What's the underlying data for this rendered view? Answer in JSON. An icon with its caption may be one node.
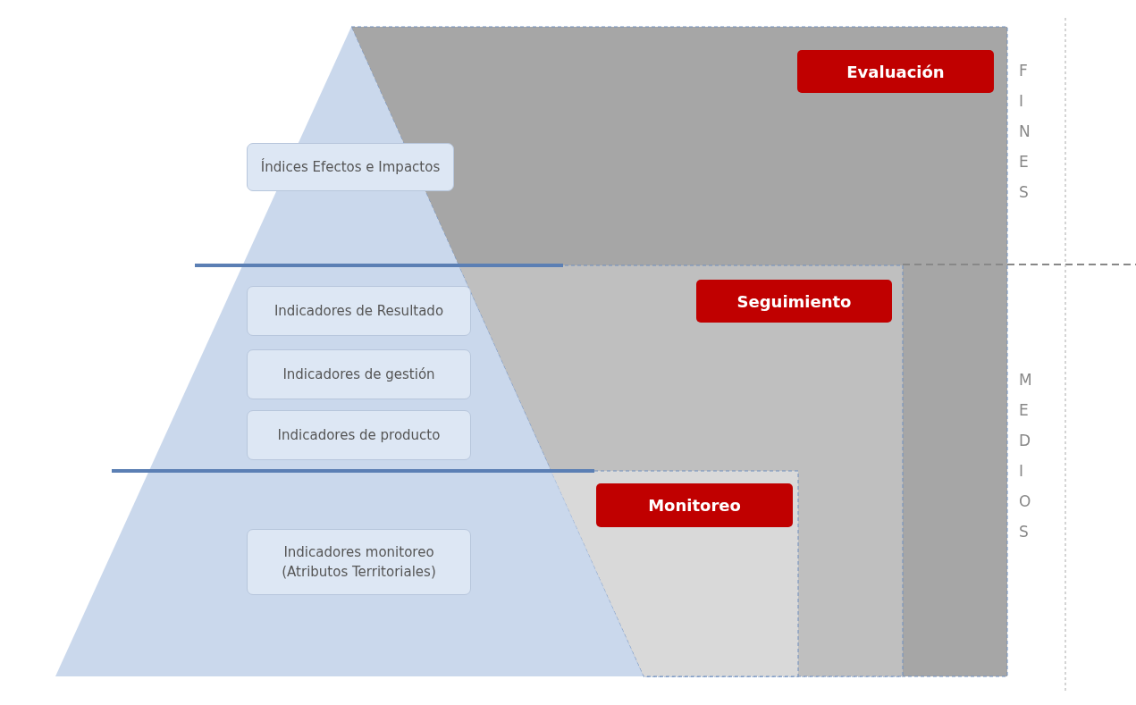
{
  "diagram": {
    "nodes": [
      {
        "text": [
          "Evaluación"
        ]
      },
      {
        "text": [
          "Índices Efectos e Impactos"
        ]
      },
      {
        "text": [
          "Seguimiento"
        ]
      },
      {
        "text": [
          "Indicadores de Resultado"
        ]
      },
      {
        "text": [
          "Indicadores de gestión"
        ]
      },
      {
        "text": [
          "Indicadores de producto"
        ]
      },
      {
        "text": [
          "Monitoreo"
        ]
      },
      {
        "text": [
          "Indicadores monitoreo (Atributos Territoriales)"
        ]
      }
    ],
    "labels": [
      "FINES",
      "MEDIOS"
    ]
  }
}
